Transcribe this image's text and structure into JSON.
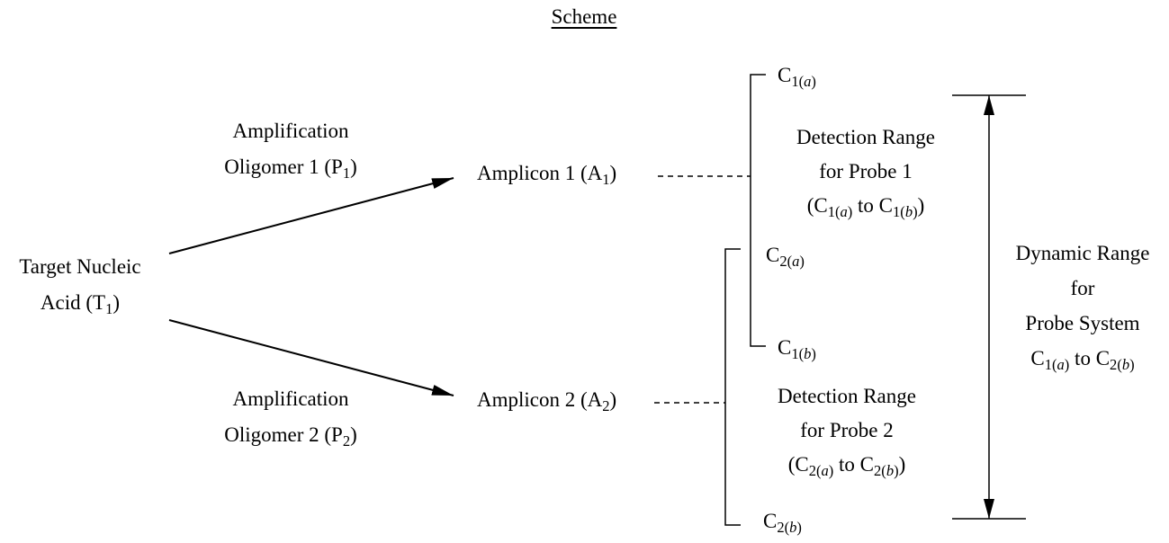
{
  "title": "Scheme",
  "target": {
    "line1": "Target Nucleic",
    "line2_pre": "Acid (T",
    "line2_sub": "1",
    "line2_post": ")"
  },
  "oligo1": {
    "line1": "Amplification",
    "line2_pre": "Oligomer 1 (P",
    "line2_sub": "1",
    "line2_post": ")"
  },
  "oligo2": {
    "line1": "Amplification",
    "line2_pre": "Oligomer 2 (P",
    "line2_sub": "2",
    "line2_post": ")"
  },
  "amplicon1": {
    "pre": "Amplicon 1 (A",
    "sub": "1",
    "post": ")"
  },
  "amplicon2": {
    "pre": "Amplicon 2 (A",
    "sub": "2",
    "post": ")"
  },
  "c1a": {
    "base": "C",
    "sub_num": "1(",
    "sub_it": "a",
    "sub_close": ")"
  },
  "c1b": {
    "base": "C",
    "sub_num": "1(",
    "sub_it": "b",
    "sub_close": ")"
  },
  "c2a": {
    "base": "C",
    "sub_num": "2(",
    "sub_it": "a",
    "sub_close": ")"
  },
  "c2b": {
    "base": "C",
    "sub_num": "2(",
    "sub_it": "b",
    "sub_close": ")"
  },
  "probe1": {
    "line1": "Detection Range",
    "line2": "for Probe 1",
    "l3_open": "(C",
    "l3_sub1n": "1(",
    "l3_sub1i": "a",
    "l3_sub1c": ")",
    "l3_mid": " to C",
    "l3_sub2n": "1(",
    "l3_sub2i": "b",
    "l3_sub2c": ")",
    "l3_close": ")"
  },
  "probe2": {
    "line1": "Detection Range",
    "line2": "for Probe 2",
    "l3_open": "(C",
    "l3_sub1n": "2(",
    "l3_sub1i": "a",
    "l3_sub1c": ")",
    "l3_mid": " to C",
    "l3_sub2n": "2(",
    "l3_sub2i": "b",
    "l3_sub2c": ")",
    "l3_close": ")"
  },
  "dynamic": {
    "line1": "Dynamic Range",
    "line2": "for",
    "line3": "Probe System",
    "l4_base1": "C",
    "l4_sub1n": "1(",
    "l4_sub1i": "a",
    "l4_sub1c": ")",
    "l4_mid": " to C",
    "l4_sub2n": "2(",
    "l4_sub2i": "b",
    "l4_sub2c": ")"
  }
}
